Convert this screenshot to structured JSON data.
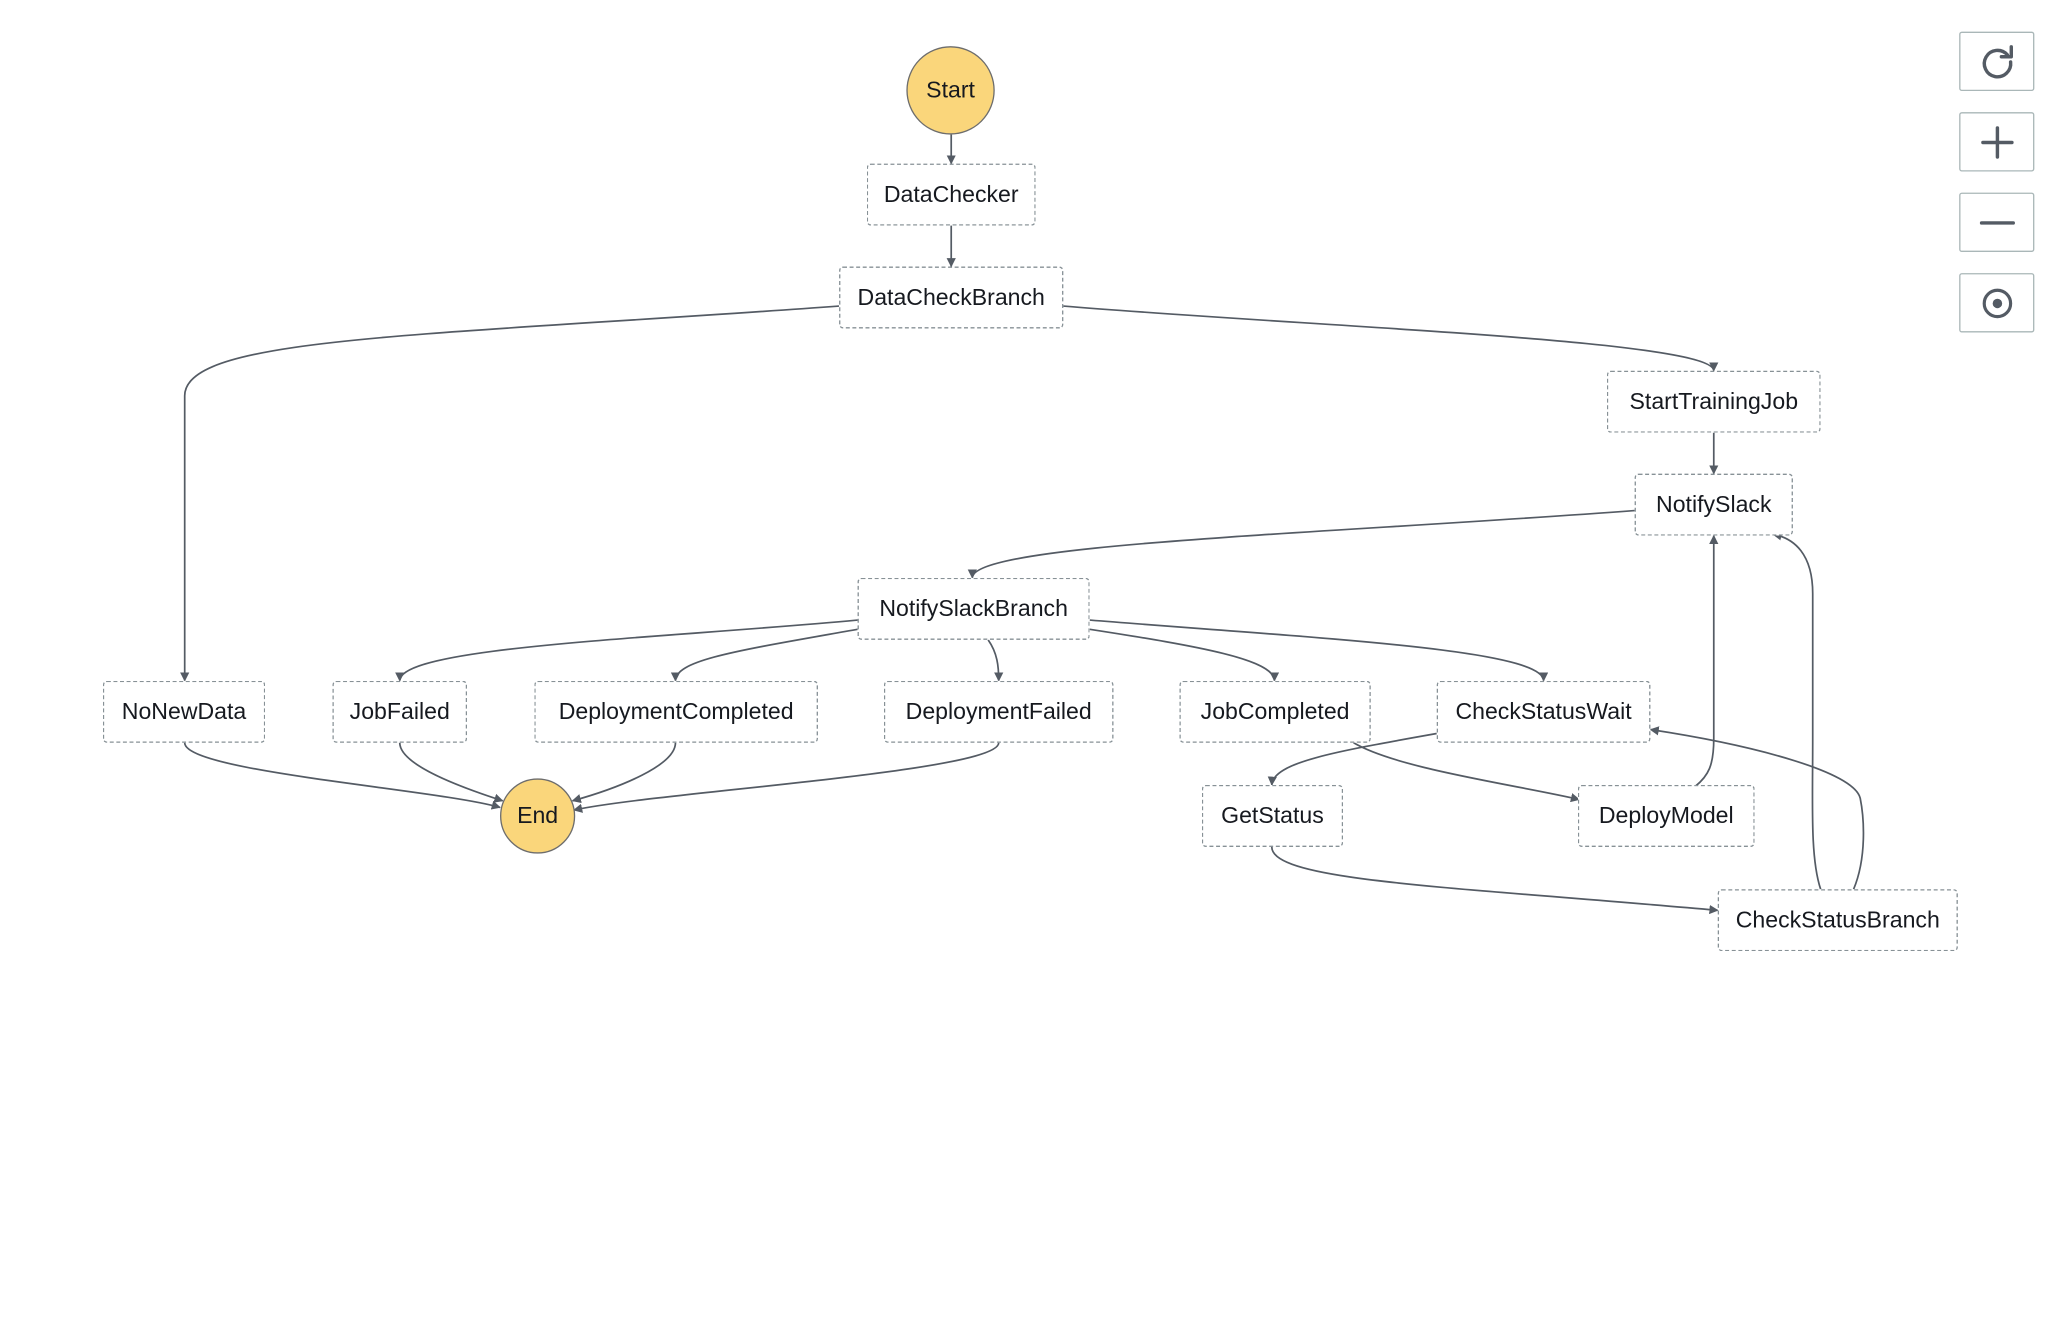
{
  "diagram": {
    "start": {
      "label": "Start"
    },
    "end": {
      "label": "End"
    },
    "states": {
      "data_checker": "DataChecker",
      "data_check_branch": "DataCheckBranch",
      "start_training_job": "StartTrainingJob",
      "notify_slack": "NotifySlack",
      "notify_slack_branch": "NotifySlackBranch",
      "no_new_data": "NoNewData",
      "job_failed": "JobFailed",
      "deployment_completed": "DeploymentCompleted",
      "deployment_failed": "DeploymentFailed",
      "job_completed": "JobCompleted",
      "check_status_wait": "CheckStatusWait",
      "get_status": "GetStatus",
      "deploy_model": "DeployModel",
      "check_status_branch": "CheckStatusBranch"
    },
    "transitions": [
      [
        "Start",
        "DataChecker"
      ],
      [
        "DataChecker",
        "DataCheckBranch"
      ],
      [
        "DataCheckBranch",
        "NoNewData"
      ],
      [
        "DataCheckBranch",
        "StartTrainingJob"
      ],
      [
        "StartTrainingJob",
        "NotifySlack"
      ],
      [
        "NotifySlack",
        "NotifySlackBranch"
      ],
      [
        "NotifySlackBranch",
        "JobFailed"
      ],
      [
        "NotifySlackBranch",
        "DeploymentCompleted"
      ],
      [
        "NotifySlackBranch",
        "DeploymentFailed"
      ],
      [
        "NotifySlackBranch",
        "JobCompleted"
      ],
      [
        "NotifySlackBranch",
        "CheckStatusWait"
      ],
      [
        "NoNewData",
        "End"
      ],
      [
        "JobFailed",
        "End"
      ],
      [
        "DeploymentCompleted",
        "End"
      ],
      [
        "DeploymentFailed",
        "End"
      ],
      [
        "CheckStatusWait",
        "GetStatus"
      ],
      [
        "JobCompleted",
        "DeployModel"
      ],
      [
        "DeployModel",
        "NotifySlack"
      ],
      [
        "GetStatus",
        "CheckStatusBranch"
      ],
      [
        "CheckStatusBranch",
        "NotifySlack"
      ],
      [
        "CheckStatusBranch",
        "CheckStatusWait"
      ]
    ]
  },
  "controls": {
    "refresh": {
      "icon": "refresh-icon"
    },
    "zoom_in": {
      "icon": "plus-icon"
    },
    "zoom_out": {
      "icon": "minus-icon"
    },
    "center": {
      "icon": "target-icon"
    }
  },
  "colors": {
    "terminal_fill": "#fad67b",
    "node_border": "#879196",
    "edge": "#545b64"
  }
}
